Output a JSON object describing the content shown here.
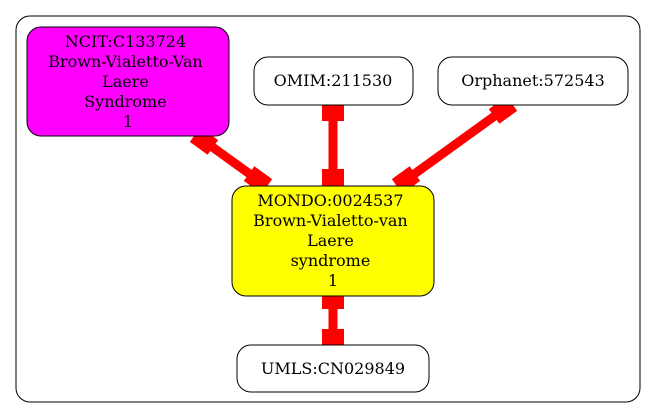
{
  "diagram": {
    "nodes": {
      "ncit": {
        "lines": [
          "NCIT:C133724",
          "Brown-Vialetto-Van",
          "Laere",
          "Syndrome",
          "1"
        ],
        "fill": "#ff00ff"
      },
      "omim": {
        "lines": [
          "OMIM:211530"
        ],
        "fill": "#ffffff"
      },
      "orphanet": {
        "lines": [
          "Orphanet:572543"
        ],
        "fill": "#ffffff"
      },
      "mondo": {
        "lines": [
          "MONDO:0024537",
          "Brown-Vialetto-van",
          "Laere",
          "syndrome",
          "1"
        ],
        "fill": "#ffff00"
      },
      "umls": {
        "lines": [
          "UMLS:CN029849"
        ],
        "fill": "#ffffff"
      }
    },
    "edge_color": "#ff0000"
  }
}
